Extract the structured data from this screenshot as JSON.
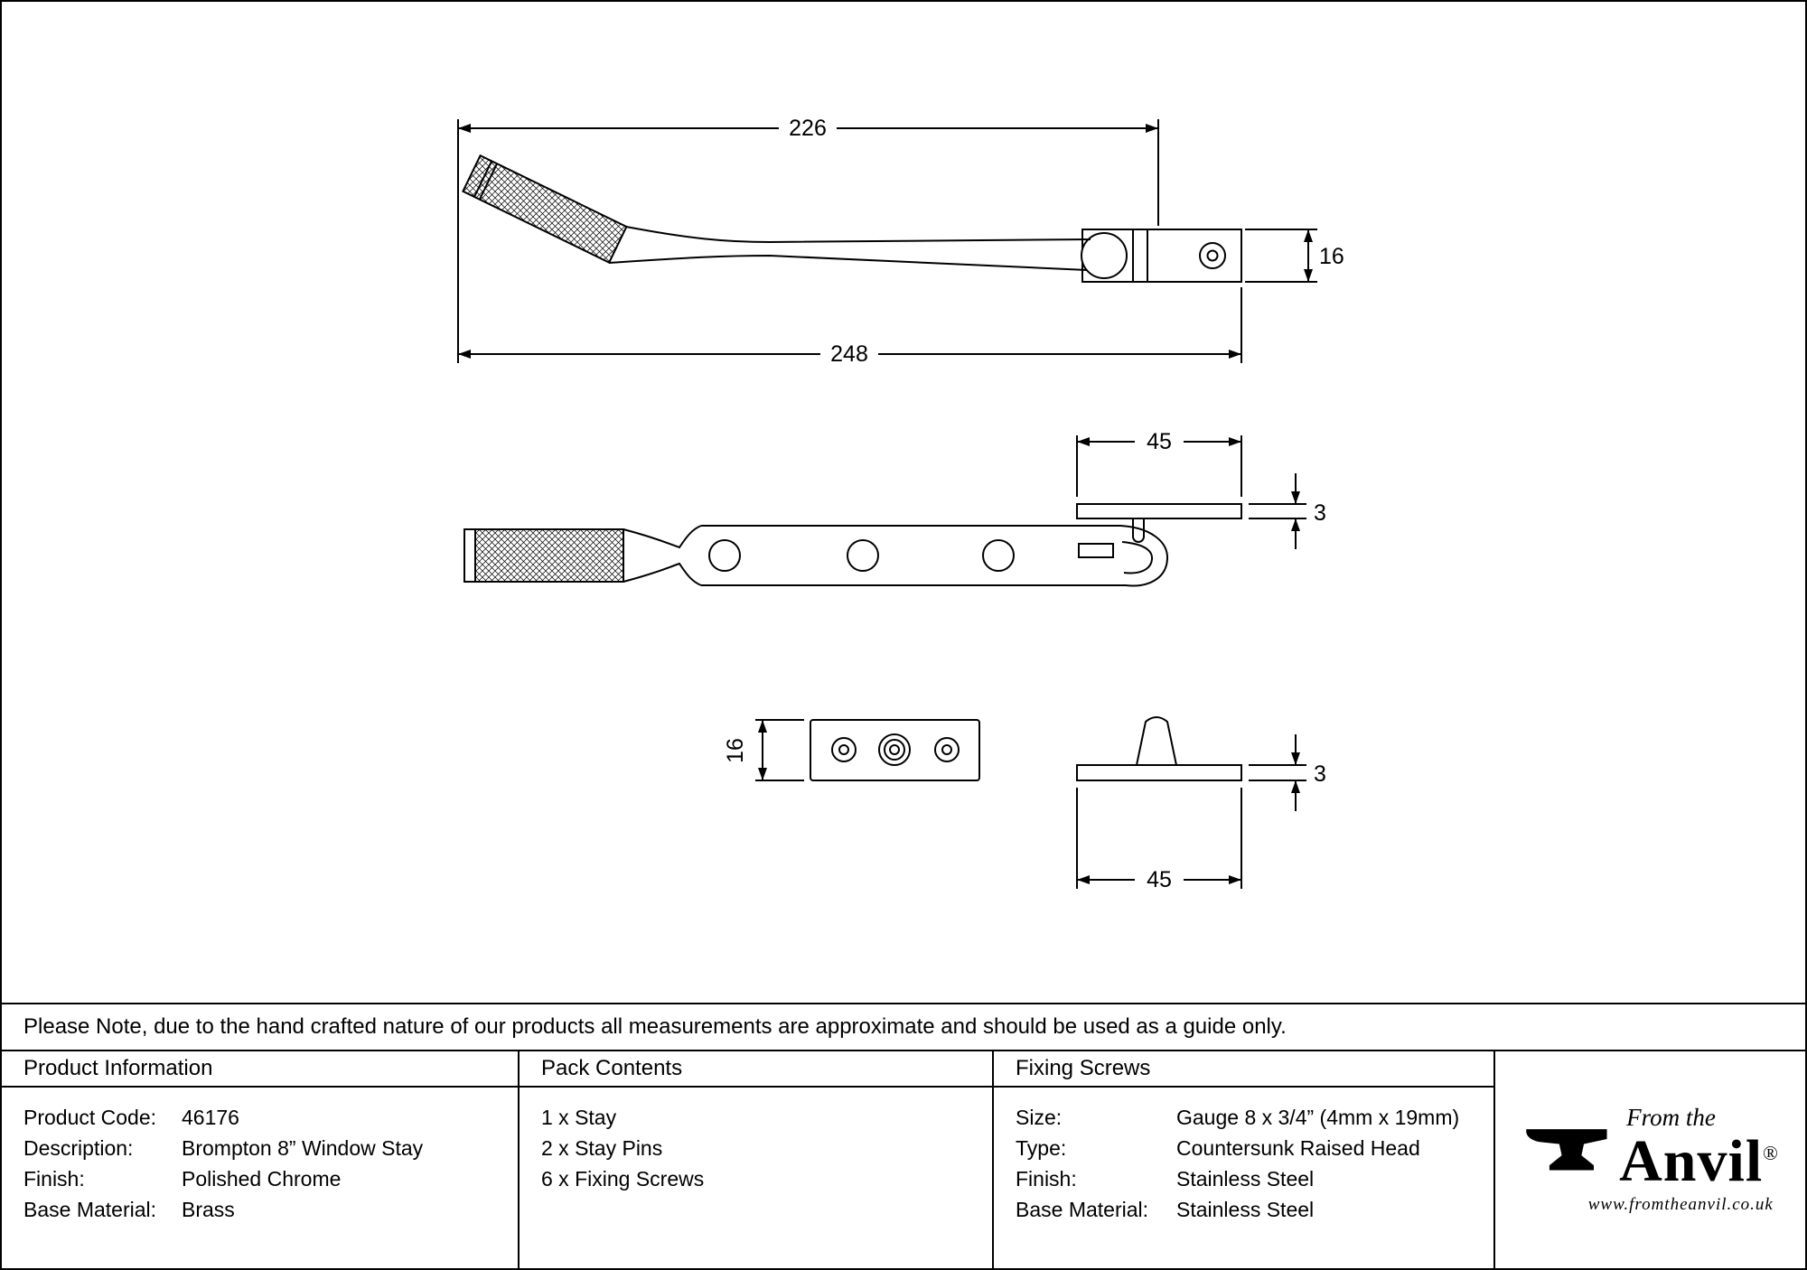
{
  "drawing": {
    "dim_226": "226",
    "dim_248": "248",
    "dim_16_side": "16",
    "dim_45_plate": "45",
    "dim_3_plate": "3",
    "dim_16_keep": "16",
    "dim_3_pin": "3",
    "dim_45_pin": "45"
  },
  "note": "Please Note, due to the hand crafted nature of our products all measurements are approximate and should be used as a guide only.",
  "table": {
    "product_information": {
      "header": "Product Information",
      "rows": [
        {
          "label": "Product Code:",
          "value": "46176"
        },
        {
          "label": "Description:",
          "value": "Brompton 8” Window Stay"
        },
        {
          "label": "Finish:",
          "value": "Polished Chrome"
        },
        {
          "label": "Base Material:",
          "value": "Brass"
        }
      ]
    },
    "pack_contents": {
      "header": "Pack Contents",
      "items": [
        "1 x Stay",
        "2 x Stay Pins",
        "6 x Fixing Screws"
      ]
    },
    "fixing_screws": {
      "header": "Fixing Screws",
      "rows": [
        {
          "label": "Size:",
          "value": "Gauge 8 x 3/4” (4mm x 19mm)"
        },
        {
          "label": "Type:",
          "value": "Countersunk Raised Head"
        },
        {
          "label": "Finish:",
          "value": "Stainless Steel"
        },
        {
          "label": "Base Material:",
          "value": "Stainless Steel"
        }
      ]
    }
  },
  "logo": {
    "tagline": "From the",
    "brand": "Anvil",
    "registered": "®",
    "website": "www.fromtheanvil.co.uk"
  }
}
